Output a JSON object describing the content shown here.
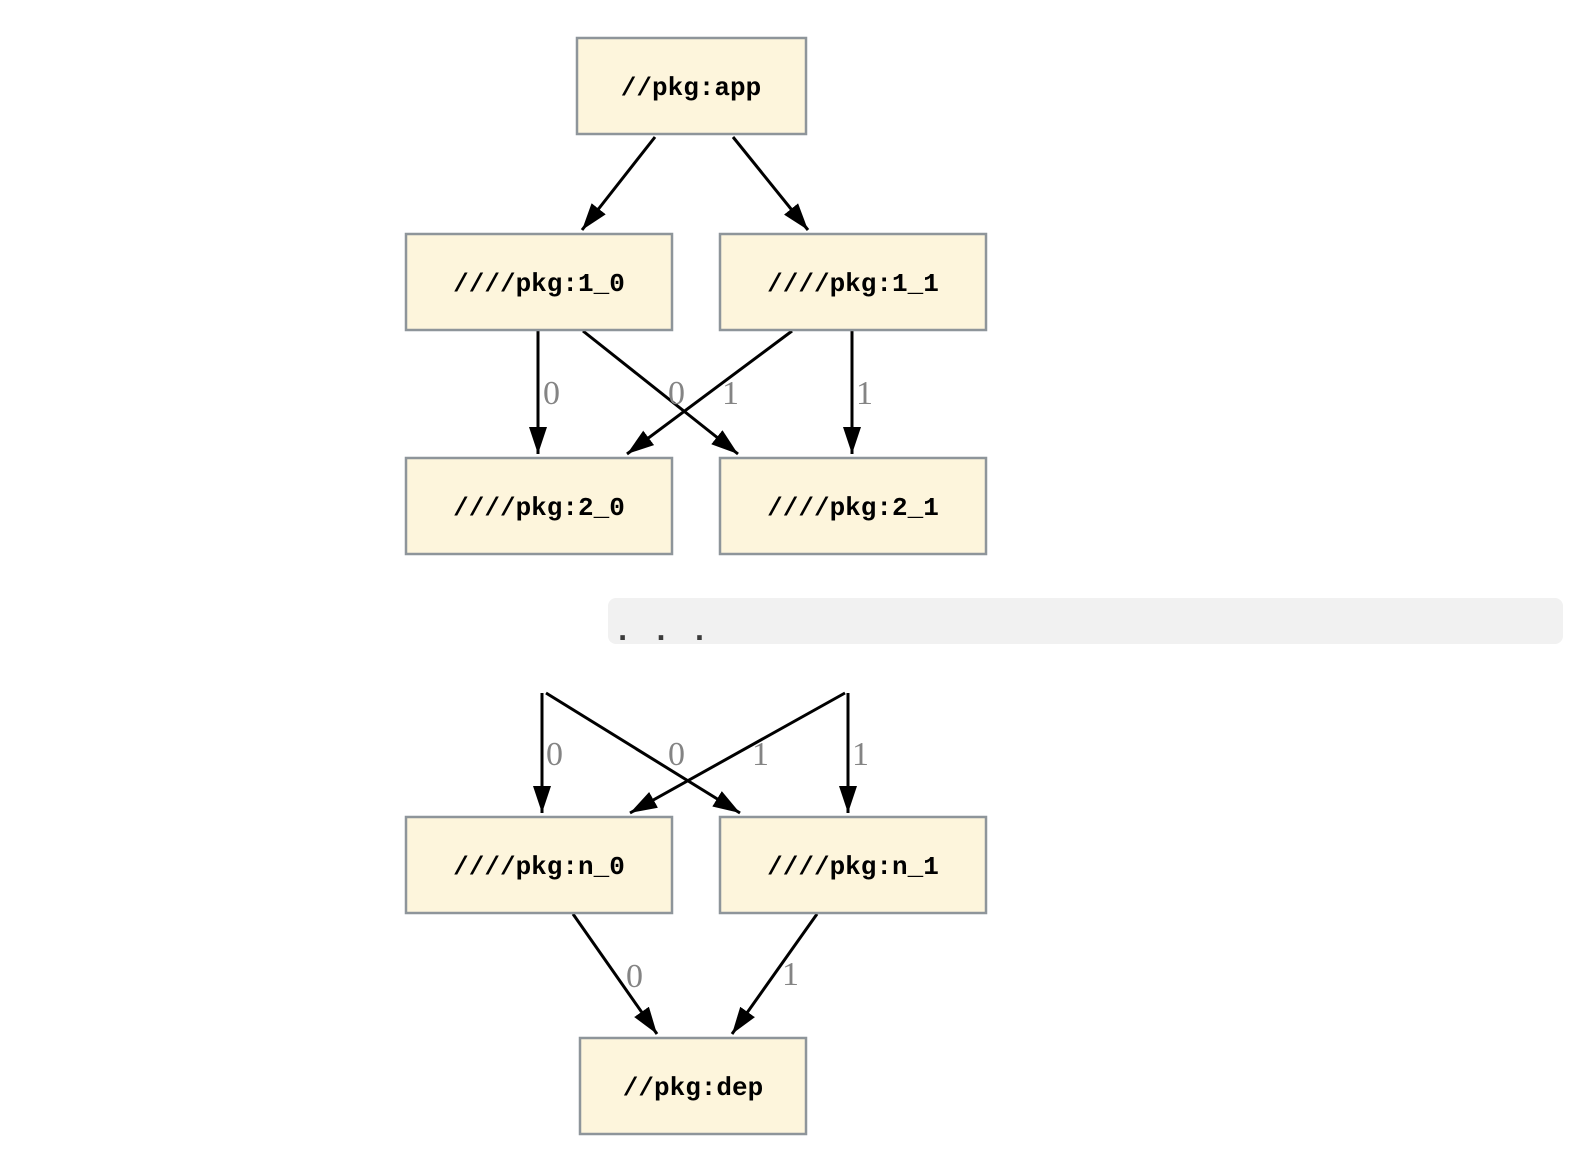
{
  "graph": {
    "nodes": {
      "app": "//pkg:app",
      "1_0": "////pkg:1_0",
      "1_1": "////pkg:1_1",
      "2_0": "////pkg:2_0",
      "2_1": "////pkg:2_1",
      "n_0": "////pkg:n_0",
      "n_1": "////pkg:n_1",
      "dep": "//pkg:dep"
    },
    "edge_labels": {
      "1_0-2_0": "0",
      "1_0-2_1": "1",
      "1_1-2_0": "0",
      "1_1-2_1": "1",
      "hidden0-n_0": "0",
      "hidden0-n_1": "1",
      "hidden1-n_0": "0",
      "hidden1-n_1": "1",
      "n_0-dep": "0",
      "n_1-dep": "1"
    },
    "ellipsis": ". . ."
  },
  "colors": {
    "background": "#FFFFFF",
    "node_fill": "#FDF5DC",
    "node_border": "#8E959A",
    "edge": "#000000",
    "edge_label": "#848484",
    "ellipsis_bar": "#F1F1F1",
    "ellipsis_dots": "#3B3B3B"
  }
}
